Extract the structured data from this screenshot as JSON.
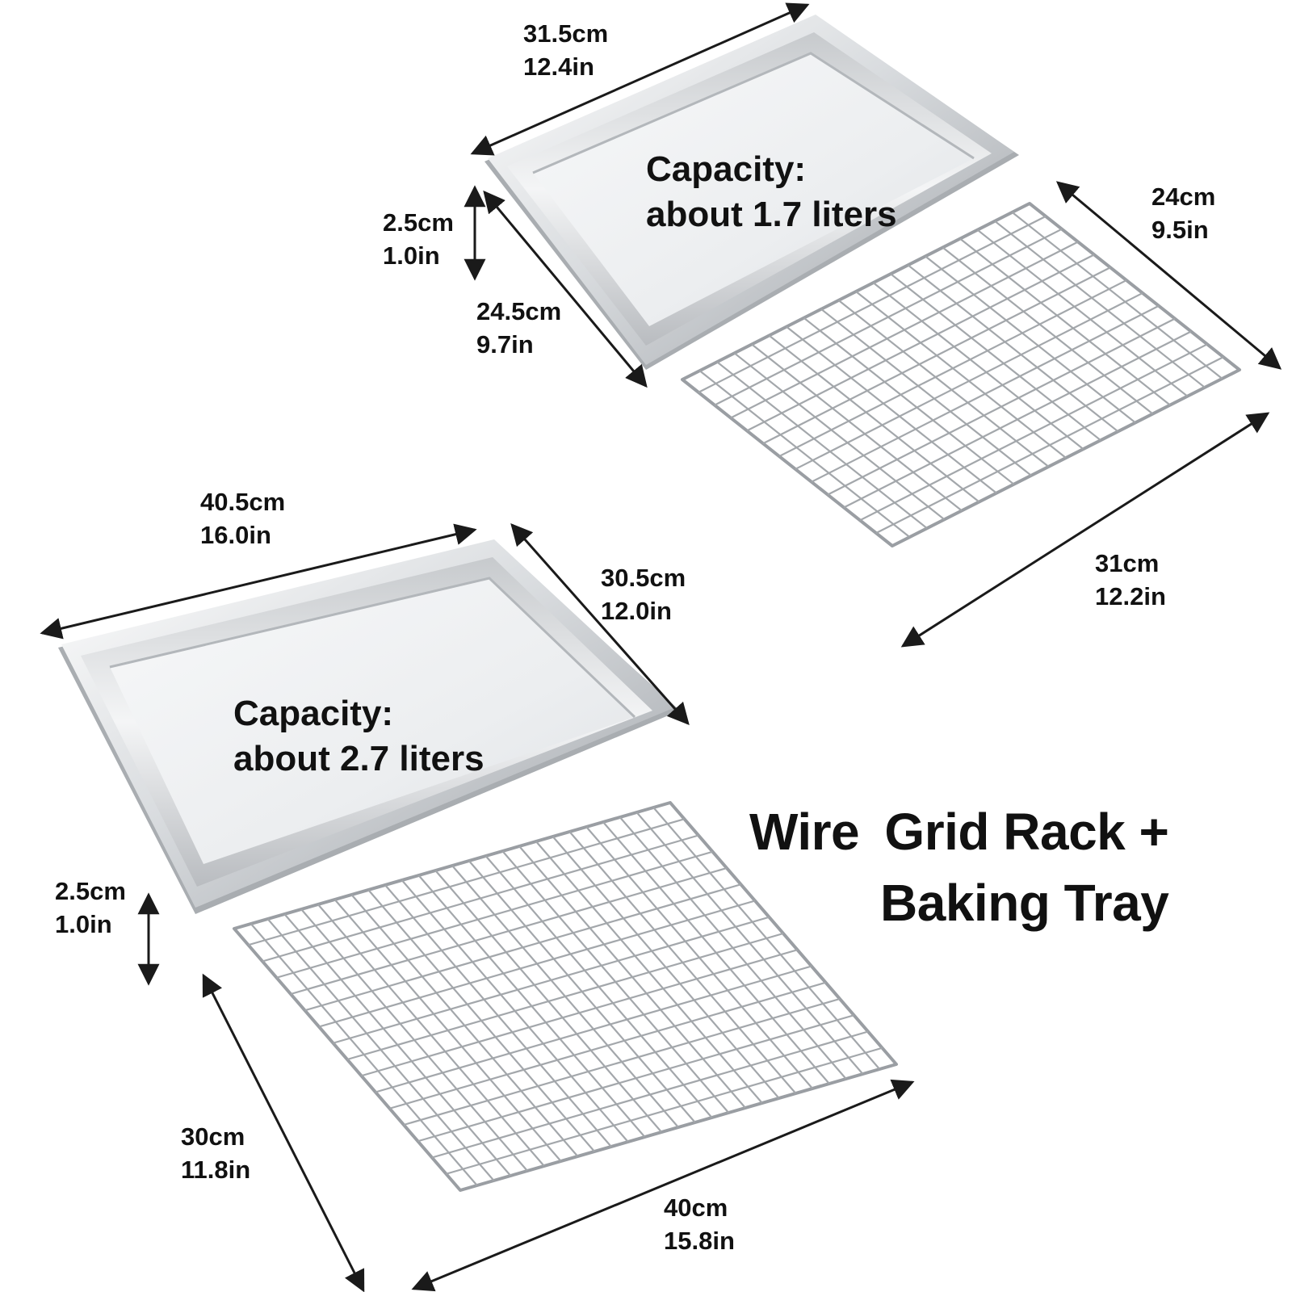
{
  "product_title": {
    "line1_part1": "Wire",
    "line1_part2": "Grid Rack +",
    "line2": "Baking Tray"
  },
  "small_set": {
    "tray": {
      "length": {
        "cm": "31.5cm",
        "in": "12.4in"
      },
      "width": {
        "cm": "24.5cm",
        "in": "9.7in"
      },
      "height": {
        "cm": "2.5cm",
        "in": "1.0in"
      },
      "capacity_label": "Capacity:",
      "capacity_value": "about 1.7 liters"
    },
    "rack": {
      "width": {
        "cm": "24cm",
        "in": "9.5in"
      },
      "length": {
        "cm": "31cm",
        "in": "12.2in"
      }
    }
  },
  "large_set": {
    "tray": {
      "length": {
        "cm": "40.5cm",
        "in": "16.0in"
      },
      "width": {
        "cm": "30.5cm",
        "in": "12.0in"
      },
      "height": {
        "cm": "2.5cm",
        "in": "1.0in"
      },
      "capacity_label": "Capacity:",
      "capacity_value": "about 2.7 liters"
    },
    "rack": {
      "width": {
        "cm": "30cm",
        "in": "11.8in"
      },
      "length": {
        "cm": "40cm",
        "in": "15.8in"
      }
    }
  },
  "colors": {
    "text": "#111111",
    "arrow": "#1a1a1a",
    "steel_light": "#f3f4f5",
    "steel_mid": "#c9ccd0",
    "steel_dark": "#8f9398"
  }
}
